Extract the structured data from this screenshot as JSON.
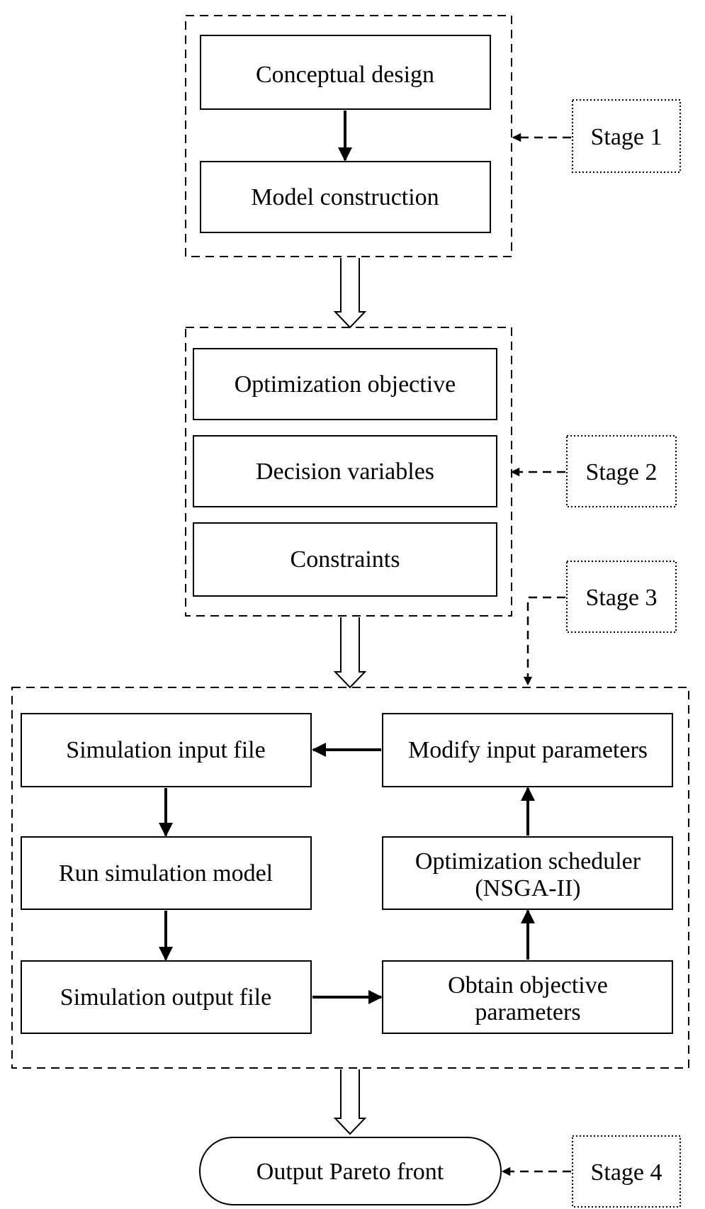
{
  "stages": {
    "stage1": "Stage 1",
    "stage2": "Stage 2",
    "stage3": "Stage 3",
    "stage4": "Stage 4"
  },
  "nodes": {
    "conceptual_design": "Conceptual design",
    "model_construction": "Model construction",
    "optimization_objective": "Optimization objective",
    "decision_variables": "Decision variables",
    "constraints": "Constraints",
    "simulation_input_file": "Simulation input file",
    "run_simulation_model": "Run simulation model",
    "simulation_output_file": "Simulation output file",
    "modify_input_parameters": "Modify input parameters",
    "optimization_scheduler_line1": "Optimization scheduler",
    "optimization_scheduler_line2": "(NSGA-II)",
    "obtain_objective_line1": "Obtain objective",
    "obtain_objective_line2": "parameters",
    "output_pareto_front": "Output Pareto front"
  }
}
